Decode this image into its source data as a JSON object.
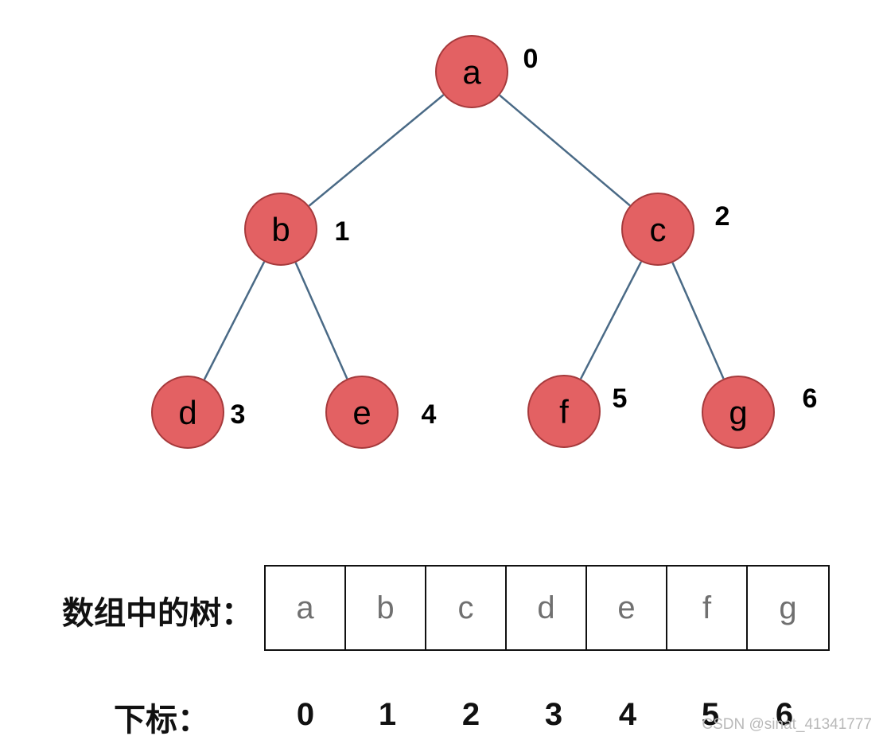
{
  "tree": {
    "nodes": [
      {
        "id": "a",
        "label": "a",
        "index": "0"
      },
      {
        "id": "b",
        "label": "b",
        "index": "1"
      },
      {
        "id": "c",
        "label": "c",
        "index": "2"
      },
      {
        "id": "d",
        "label": "d",
        "index": "3"
      },
      {
        "id": "e",
        "label": "e",
        "index": "4"
      },
      {
        "id": "f",
        "label": "f",
        "index": "5"
      },
      {
        "id": "g",
        "label": "g",
        "index": "6"
      }
    ],
    "edges": [
      [
        "a",
        "b"
      ],
      [
        "a",
        "c"
      ],
      [
        "b",
        "d"
      ],
      [
        "b",
        "e"
      ],
      [
        "c",
        "f"
      ],
      [
        "c",
        "g"
      ]
    ],
    "node_color": "#e36163",
    "node_stroke": "#a63a3c",
    "edge_color": "#4a6a86"
  },
  "array": {
    "label": "数组中的树：",
    "cells": [
      "a",
      "b",
      "c",
      "d",
      "e",
      "f",
      "g"
    ]
  },
  "index_row": {
    "label": "下标：",
    "values": [
      "0",
      "1",
      "2",
      "3",
      "4",
      "5",
      "6"
    ]
  },
  "watermark": "CSDN @sinat_41341777"
}
